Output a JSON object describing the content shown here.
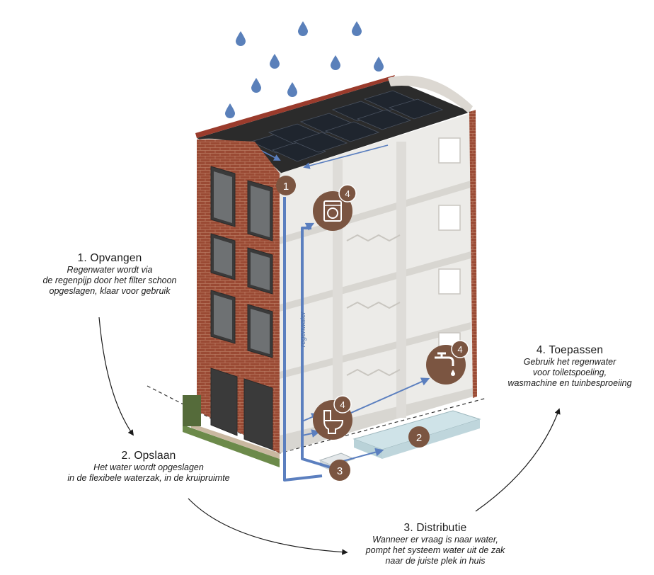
{
  "colors": {
    "pipe": "#5b7fbf",
    "badge": "#7b5541",
    "brick": "#9a4a34",
    "drop": "#5a80ba",
    "panel": "#222832"
  },
  "steps": [
    {
      "number": "1. Opvangen",
      "lines": [
        "Regenwater wordt via",
        "de regenpijp door het filter schoon",
        "opgeslagen, klaar voor gebruik"
      ]
    },
    {
      "number": "2. Opslaan",
      "lines": [
        "Het water wordt opgeslagen",
        "in de flexibele waterzak, in de kruipruimte"
      ]
    },
    {
      "number": "3. Distributie",
      "lines": [
        "Wanneer er vraag is naar water,",
        "pompt het systeem water uit de zak",
        "naar de juiste plek in huis"
      ]
    },
    {
      "number": "4. Toepassen",
      "lines": [
        "Gebruik het regenwater",
        "voor toiletspoeling,",
        "wasmachine en tuinbesproeiing"
      ]
    }
  ],
  "pipe_label": "regenwater",
  "badges": [
    "1",
    "2",
    "3",
    "4",
    "4",
    "4"
  ],
  "icons": [
    "rain-drop-icon",
    "solar-panel-icon",
    "washing-machine-icon",
    "tap-icon",
    "toilet-icon",
    "water-bag-icon"
  ]
}
